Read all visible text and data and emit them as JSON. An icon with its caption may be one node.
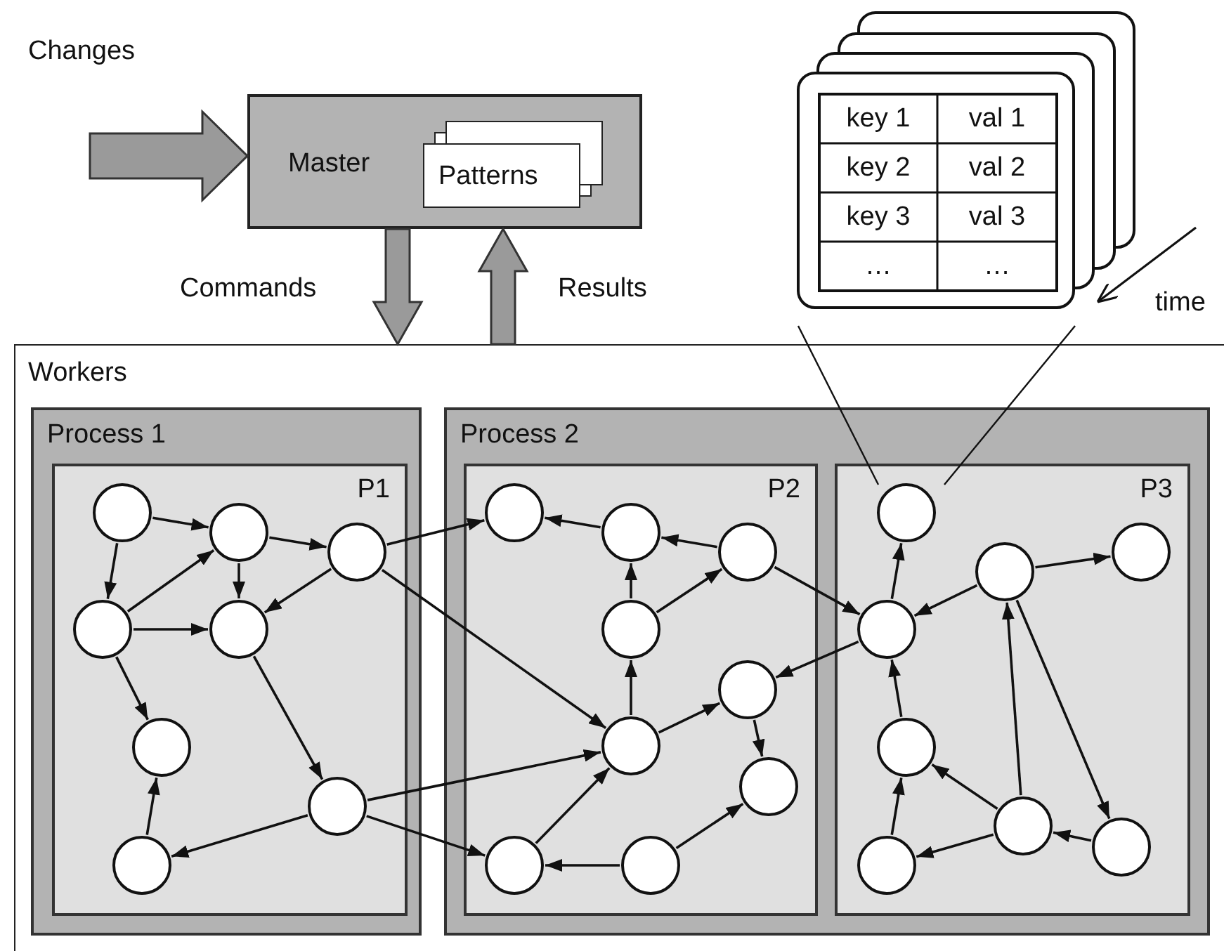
{
  "diagram": {
    "nodes": [
      {
        "text": [
          "Master"
        ]
      },
      {
        "text": [
          "Patterns"
        ],
        "in": 0
      },
      {
        "text": [
          "Workers"
        ]
      },
      {
        "text": [
          "Process 1"
        ],
        "in": 2
      },
      {
        "text": [
          "P1"
        ],
        "in": 3
      },
      {
        "text": [],
        "shape": "circle",
        "in": 4
      },
      {
        "text": [],
        "shape": "circle",
        "in": 4
      },
      {
        "text": [],
        "shape": "circle",
        "in": 4
      },
      {
        "text": [],
        "shape": "circle",
        "in": 4
      },
      {
        "text": [],
        "shape": "circle",
        "in": 4
      },
      {
        "text": [],
        "shape": "circle",
        "in": 4
      },
      {
        "text": [],
        "shape": "circle",
        "in": 4
      },
      {
        "text": [],
        "shape": "circle",
        "in": 4
      },
      {
        "text": [
          "Process 2"
        ],
        "in": 2
      },
      {
        "text": [
          "P2"
        ],
        "in": 13
      },
      {
        "text": [],
        "shape": "circle",
        "in": 14
      },
      {
        "text": [],
        "shape": "circle",
        "in": 14
      },
      {
        "text": [],
        "shape": "circle",
        "in": 14
      },
      {
        "text": [],
        "shape": "circle",
        "in": 14
      },
      {
        "text": [],
        "shape": "circle",
        "in": 14
      },
      {
        "text": [],
        "shape": "circle",
        "in": 14
      },
      {
        "text": [],
        "shape": "circle",
        "in": 14
      },
      {
        "text": [],
        "shape": "circle",
        "in": 14
      },
      {
        "text": [],
        "shape": "circle",
        "in": 14
      },
      {
        "text": [
          "P3"
        ],
        "in": 13
      },
      {
        "text": [],
        "shape": "circle",
        "in": 24
      },
      {
        "text": [],
        "shape": "circle",
        "in": 24
      },
      {
        "text": [],
        "shape": "circle",
        "in": 24
      },
      {
        "text": [],
        "shape": "circle",
        "in": 24
      },
      {
        "text": [],
        "shape": "circle",
        "in": 24
      },
      {
        "text": [],
        "shape": "circle",
        "in": 24
      },
      {
        "text": [],
        "shape": "circle",
        "in": 24
      },
      {
        "text": [],
        "shape": "circle",
        "in": 24
      }
    ],
    "edges": [
      {
        "from": null,
        "to": 0,
        "arrow": "to",
        "label": "Changes",
        "style": "thick"
      },
      {
        "from": 0,
        "to": 2,
        "arrow": "to",
        "label": "Commands",
        "style": "thick"
      },
      {
        "from": 2,
        "to": 0,
        "arrow": "to",
        "label": "Results",
        "style": "thick"
      },
      {
        "from": 5,
        "to": 6,
        "arrow": "to"
      },
      {
        "from": 5,
        "to": 8,
        "arrow": "to"
      },
      {
        "from": 8,
        "to": 6,
        "arrow": "to"
      },
      {
        "from": 8,
        "to": 9,
        "arrow": "to"
      },
      {
        "from": 6,
        "to": 9,
        "arrow": "to"
      },
      {
        "from": 6,
        "to": 7,
        "arrow": "to"
      },
      {
        "from": 7,
        "to": 9,
        "arrow": "to"
      },
      {
        "from": 8,
        "to": 10,
        "arrow": "to"
      },
      {
        "from": 9,
        "to": 11,
        "arrow": "to"
      },
      {
        "from": 11,
        "to": 12,
        "arrow": "to"
      },
      {
        "from": 12,
        "to": 10,
        "arrow": "to"
      },
      {
        "from": 7,
        "to": 15,
        "arrow": "to"
      },
      {
        "from": 7,
        "to": 20,
        "arrow": "to"
      },
      {
        "from": 11,
        "to": 20,
        "arrow": "to"
      },
      {
        "from": 11,
        "to": 22,
        "arrow": "to"
      },
      {
        "from": 16,
        "to": 15,
        "arrow": "to"
      },
      {
        "from": 17,
        "to": 16,
        "arrow": "to"
      },
      {
        "from": 18,
        "to": 16,
        "arrow": "to"
      },
      {
        "from": 18,
        "to": 17,
        "arrow": "to"
      },
      {
        "from": 20,
        "to": 18,
        "arrow": "to"
      },
      {
        "from": 20,
        "to": 19,
        "arrow": "to"
      },
      {
        "from": 19,
        "to": 21,
        "arrow": "to"
      },
      {
        "from": 22,
        "to": 20,
        "arrow": "to"
      },
      {
        "from": 23,
        "to": 22,
        "arrow": "to"
      },
      {
        "from": 23,
        "to": 21,
        "arrow": "to"
      },
      {
        "from": 17,
        "to": 28,
        "arrow": "to"
      },
      {
        "from": 28,
        "to": 19,
        "arrow": "to"
      },
      {
        "from": 28,
        "to": 25,
        "arrow": "to"
      },
      {
        "from": 26,
        "to": 28,
        "arrow": "to"
      },
      {
        "from": 26,
        "to": 27,
        "arrow": "to"
      },
      {
        "from": 26,
        "to": 31,
        "arrow": "to"
      },
      {
        "from": 30,
        "to": 26,
        "arrow": "to"
      },
      {
        "from": 30,
        "to": 29,
        "arrow": "to"
      },
      {
        "from": 30,
        "to": 32,
        "arrow": "to"
      },
      {
        "from": 31,
        "to": 30,
        "arrow": "to"
      },
      {
        "from": 29,
        "to": 28,
        "arrow": "to"
      },
      {
        "from": 32,
        "to": 29,
        "arrow": "to"
      }
    ],
    "labels": [
      "key 1",
      "val 1",
      "key 2",
      "val 2",
      "key 3",
      "val 3",
      "…",
      "…",
      "time"
    ]
  }
}
